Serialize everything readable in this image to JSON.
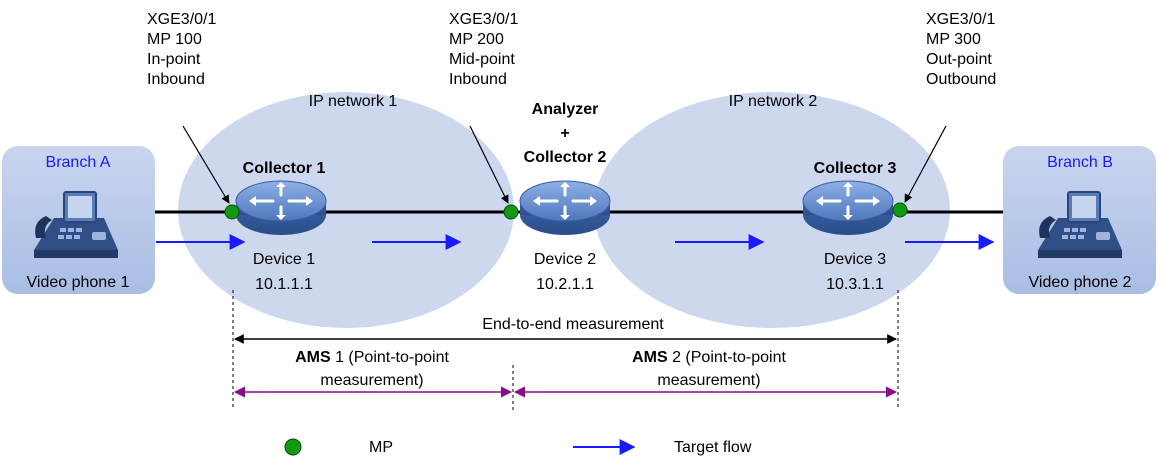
{
  "branch_a": {
    "title": "Branch A",
    "device": "Video phone 1"
  },
  "branch_b": {
    "title": "Branch B",
    "device": "Video phone 2"
  },
  "networks": {
    "net1": "IP network 1",
    "net2": "IP network 2"
  },
  "analyzer": {
    "line1": "Analyzer",
    "line2": "+"
  },
  "collectors": [
    {
      "role": "Collector 1",
      "device": "Device 1",
      "ip": "10.1.1.1",
      "mp_lines": [
        "XGE3/0/1",
        "MP 100",
        "In-point",
        "Inbound"
      ]
    },
    {
      "role": "Collector 2",
      "device": "Device 2",
      "ip": "10.2.1.1",
      "mp_lines": [
        "XGE3/0/1",
        "MP 200",
        "Mid-point",
        "Inbound"
      ]
    },
    {
      "role": "Collector 3",
      "device": "Device 3",
      "ip": "10.3.1.1",
      "mp_lines": [
        "XGE3/0/1",
        "MP 300",
        "Out-point",
        "Outbound"
      ]
    }
  ],
  "measurements": {
    "end_to_end": "End-to-end measurement",
    "ams1": {
      "bold": "AMS",
      "rest": " 1 (Point-to-point",
      "line2": "measurement)"
    },
    "ams2": {
      "bold": "AMS",
      "rest": " 2 (Point-to-point",
      "line2": "measurement)"
    }
  },
  "legend": {
    "mp": "MP",
    "flow": "Target flow"
  },
  "colors": {
    "cloud": "#cdd8ee",
    "branch_box": "#bccbe9",
    "mp_dot": "#119a11",
    "flow": "#1a1aff",
    "ams_arrow": "#8a0a8a",
    "router": "#5a82c4"
  }
}
